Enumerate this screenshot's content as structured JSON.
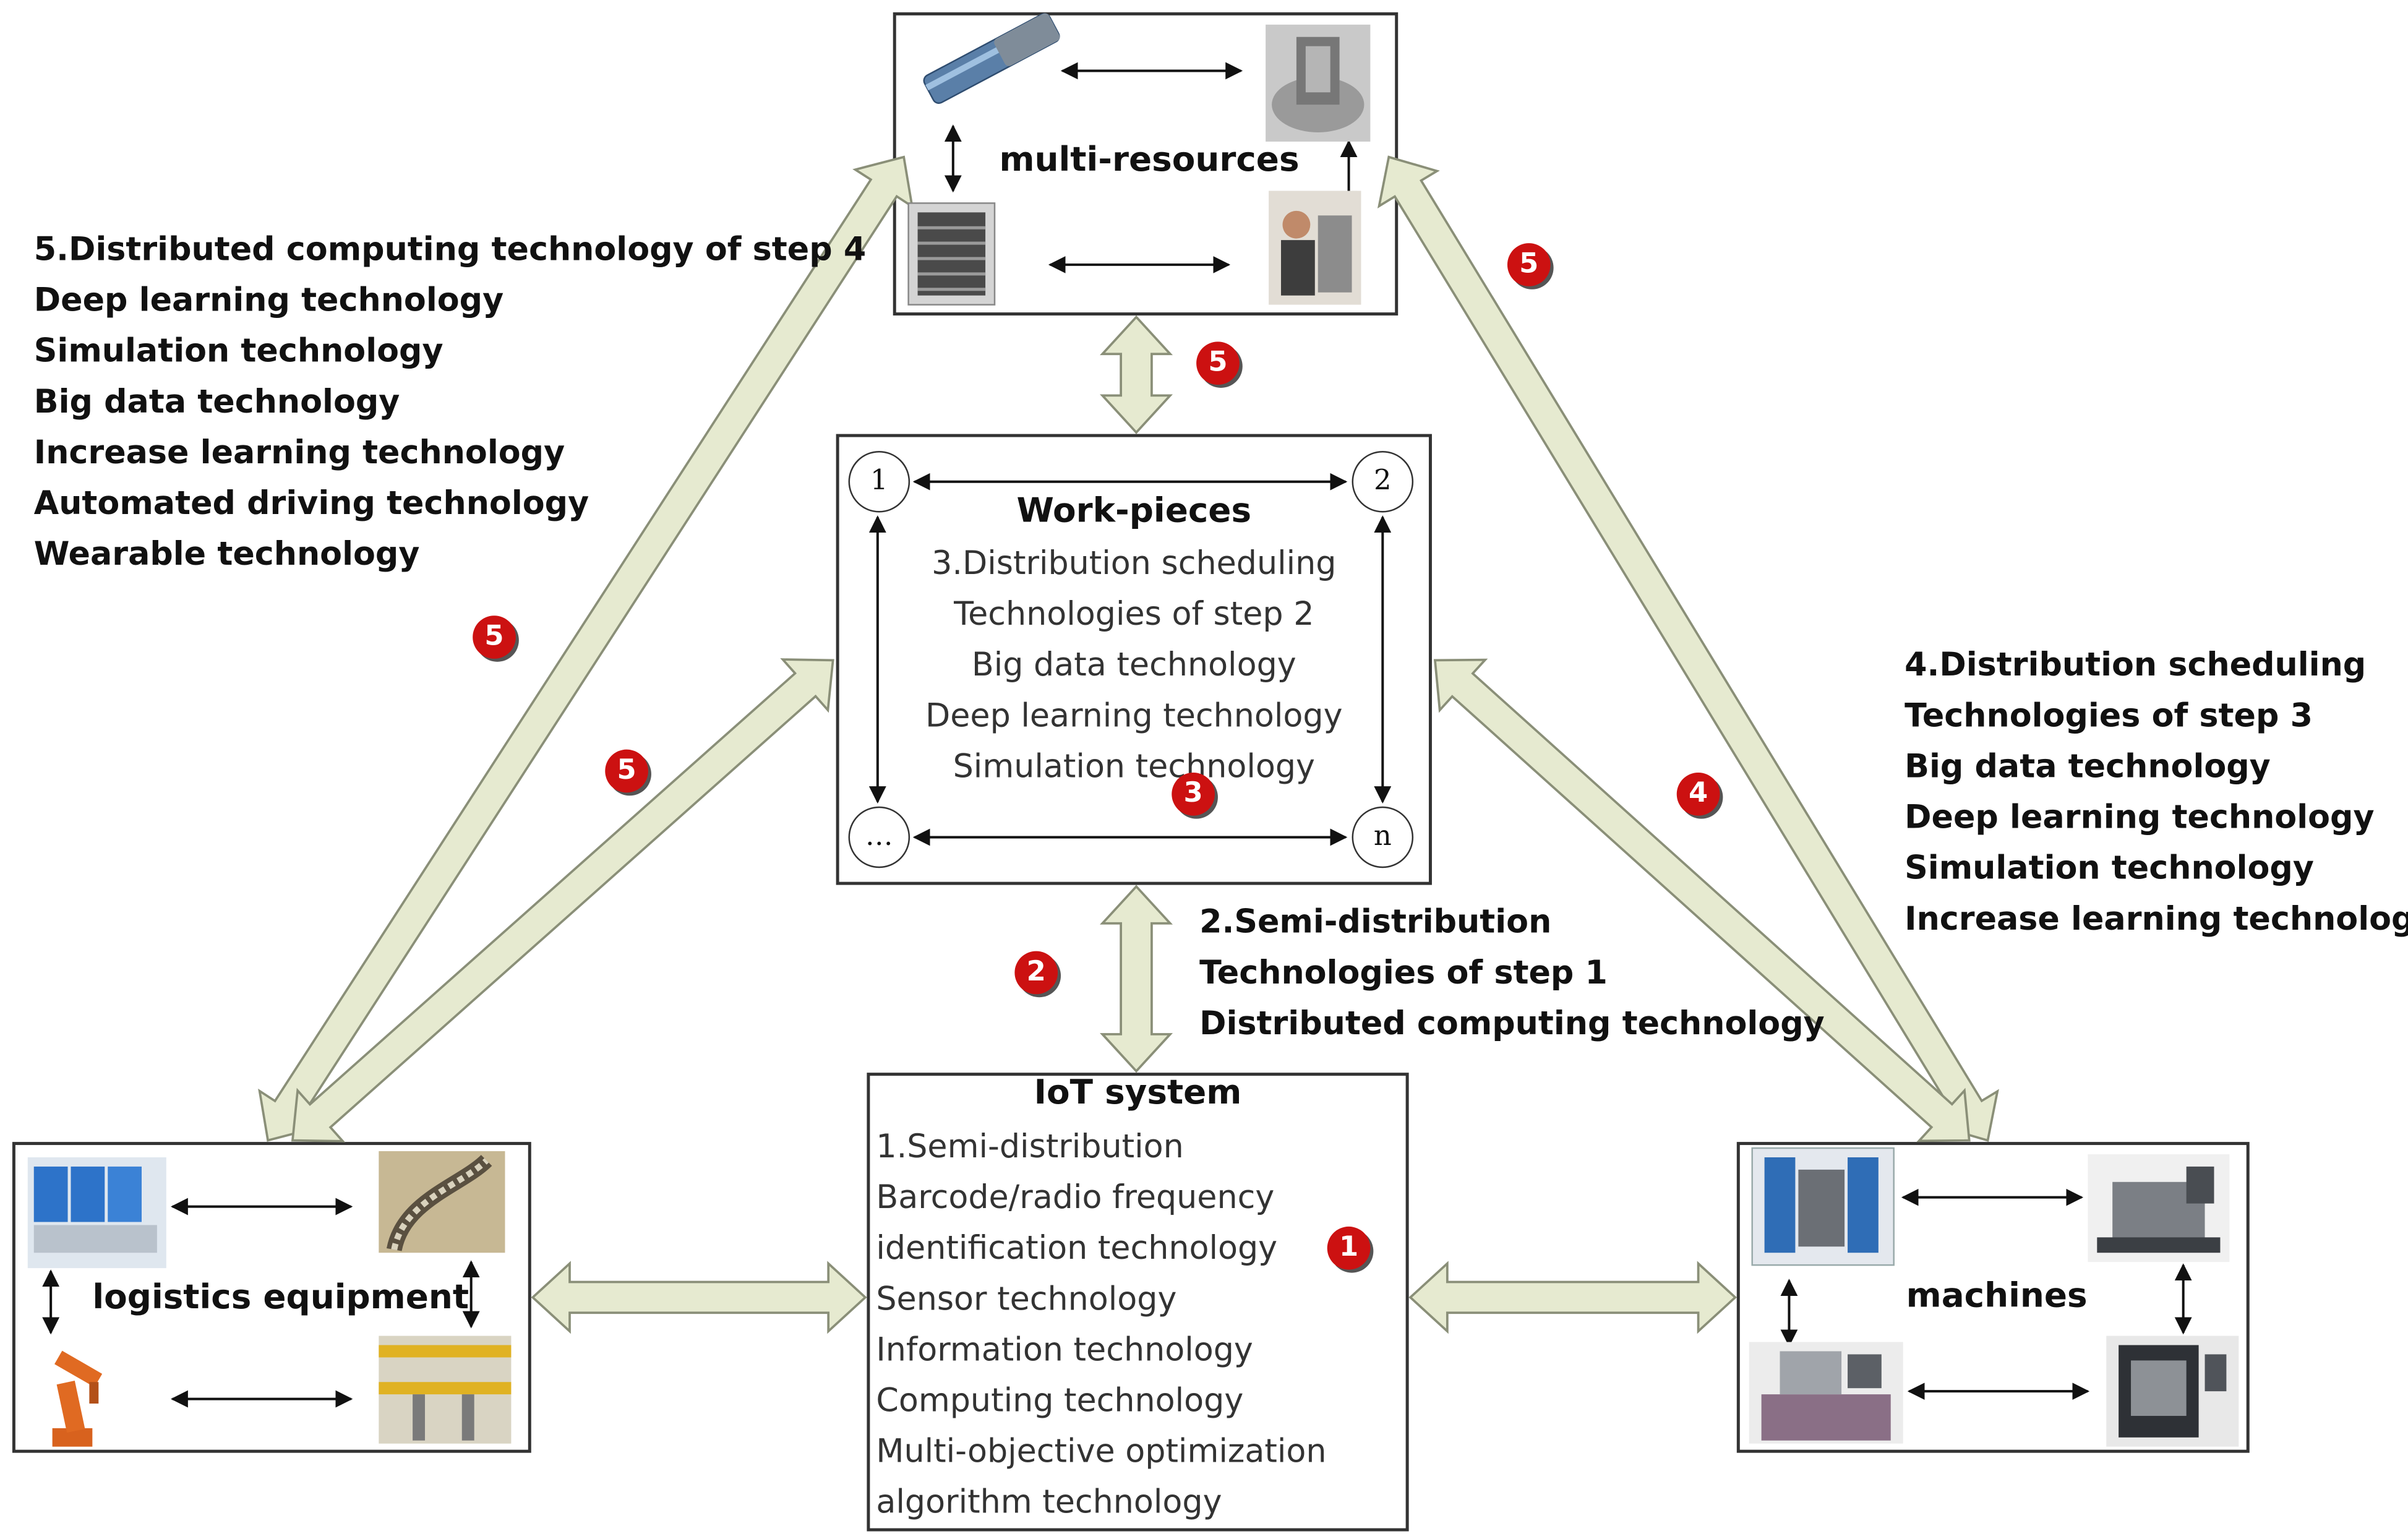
{
  "multi_resources": {
    "title": "multi-resources"
  },
  "work_pieces": {
    "title": "Work-pieces",
    "lines": [
      "3.Distribution scheduling",
      "Technologies of step 2",
      "Big data technology",
      "Deep learning technology",
      "Simulation technology"
    ],
    "nodes": [
      "1",
      "2",
      "…",
      "n"
    ]
  },
  "iot_system": {
    "title": "IoT system",
    "lines": [
      "1.Semi-distribution",
      "Barcode/radio frequency",
      "identification technology",
      "Sensor technology",
      "Information technology",
      "Computing technology",
      "Multi-objective optimization",
      "algorithm technology"
    ]
  },
  "logistics_equipment": {
    "title": "logistics equipment"
  },
  "machines": {
    "title": "machines"
  },
  "step5_text": [
    "5.Distributed computing technology of step 4",
    "Deep learning technology",
    "Simulation technology",
    "Big data technology",
    "Increase learning technology",
    "Automated driving technology",
    "Wearable technology"
  ],
  "step4_text": [
    "4.Distribution scheduling",
    "Technologies of step 3",
    "Big data technology",
    "Deep learning technology",
    "Simulation technology",
    "Increase learning technology"
  ],
  "step2_text": [
    "2.Semi-distribution",
    "Technologies of step 1",
    "Distributed computing technology"
  ],
  "badges": {
    "b5_top_right": "5",
    "b5_mid": "5",
    "b5_left_upper": "5",
    "b5_left_lower": "5",
    "b3": "3",
    "b4": "4",
    "b2": "2",
    "b1": "1"
  },
  "colors": {
    "badge": "#cc1111",
    "fat_arrow_fill": "#e6ead0",
    "fat_arrow_stroke": "#8a8f78",
    "box_border": "#333333"
  }
}
